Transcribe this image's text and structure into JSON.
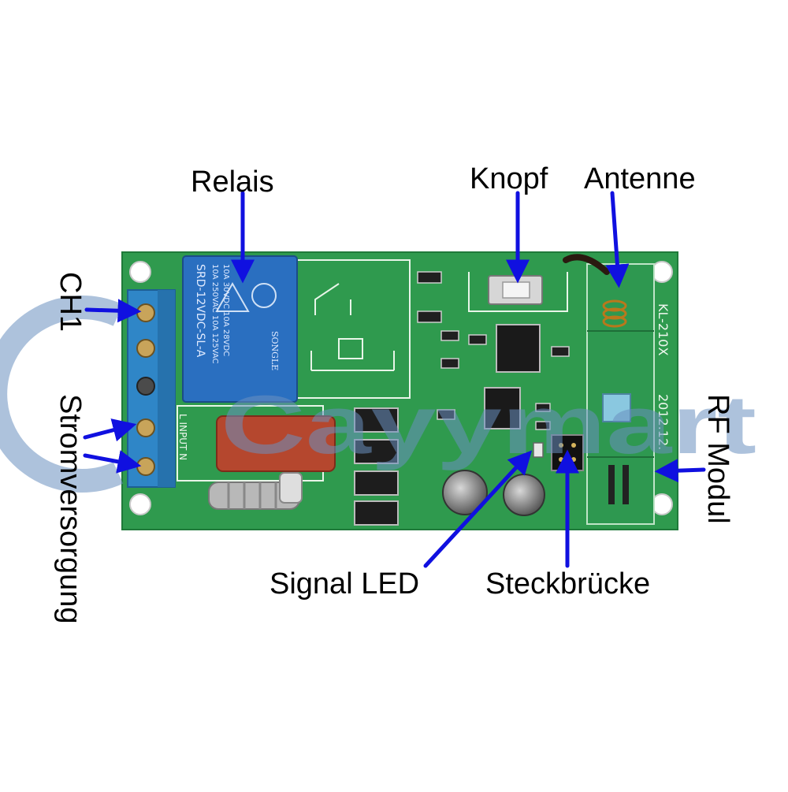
{
  "labels": {
    "relais": "Relais",
    "knopf": "Knopf",
    "antenne": "Antenne",
    "ch1": "CH1",
    "stromversorgung": "Stromversorgung",
    "rf_modul": "RF Modul",
    "signal_led": "Signal LED",
    "steckbruecke": "Steckbrücke"
  },
  "board": {
    "relay_brand": "SONGLE",
    "relay_model": "SRD-12VDC-SL-A",
    "relay_rating_1": "10A 250VAC  10A 125VAC",
    "relay_rating_2": "10A 30VDC  10A 28VDC",
    "terminal_label": "L  INPUT  N",
    "model_code": "KL-210X",
    "date_code": "2012.12."
  },
  "watermark": "Cayymart",
  "colors": {
    "pcb": "#2f9a4e",
    "arrow": "#1010e0",
    "terminal": "#2f86c7",
    "relay": "#2a6fc0",
    "watermark": "#6a8fc0"
  }
}
